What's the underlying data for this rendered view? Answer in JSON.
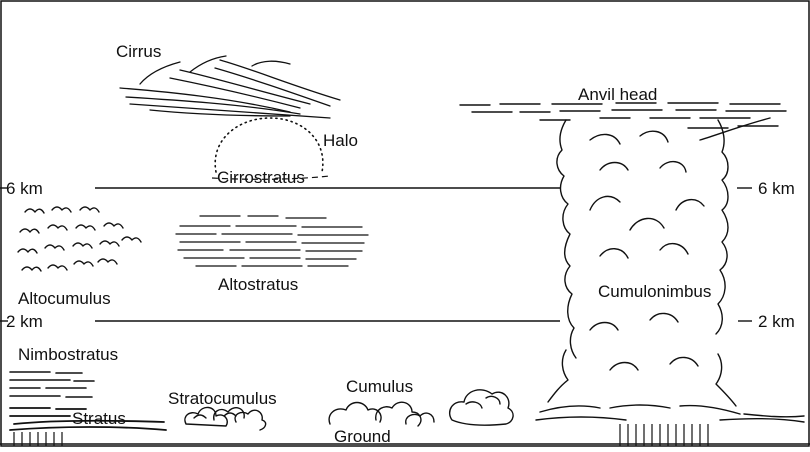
{
  "labels": {
    "cirrus": "Cirrus",
    "halo": "Halo",
    "cirrostratus": "Cirrostratus",
    "anvil_head": "Anvil head",
    "altitude_6_left": "6 km",
    "altitude_6_right": "6 km",
    "altitude_2_left": "2 km",
    "altitude_2_right": "2 km",
    "altocumulus": "Altocumulus",
    "altostratus": "Altostratus",
    "cumulonimbus": "Cumulonimbus",
    "nimbostratus": "Nimbostratus",
    "stratus": "Stratus",
    "stratocumulus": "Stratocumulus",
    "cumulus": "Cumulus",
    "ground": "Ground"
  },
  "colors": {
    "ink": "#111111",
    "background": "#ffffff"
  }
}
